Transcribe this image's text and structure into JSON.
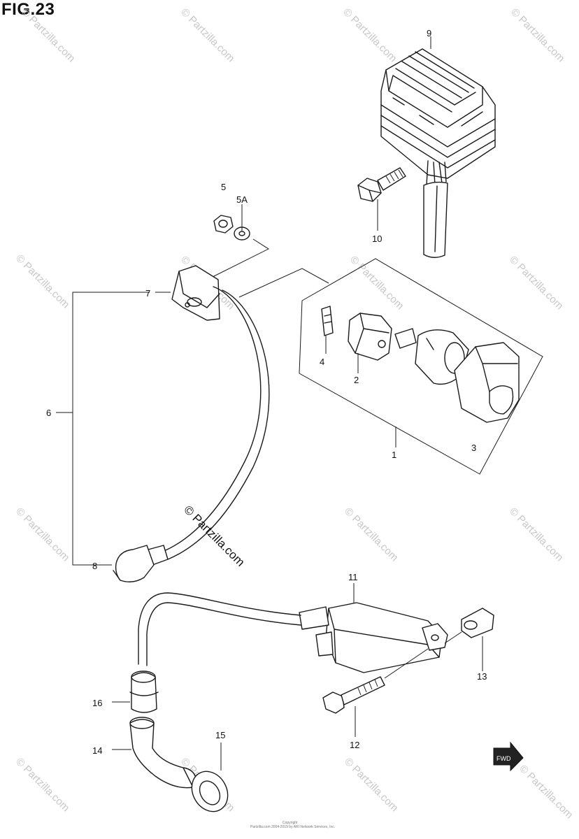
{
  "title": "FIG.23",
  "callouts": {
    "c1": "1",
    "c2": "2",
    "c3": "3",
    "c4": "4",
    "c5": "5",
    "c5a": "5A",
    "c6": "6",
    "c7": "7",
    "c8": "8",
    "c9": "9",
    "c10": "10",
    "c11": "11",
    "c12": "12",
    "c13": "13",
    "c14": "14",
    "c15": "15",
    "c16": "16"
  },
  "watermark": {
    "text": "© Partzilla.com",
    "main_text": "© Partzilla.com"
  },
  "footer": {
    "line1": "Copyright",
    "line2": "Partzilla.com 2004-2019 by ARI Network Services, Inc."
  },
  "front_arrow": {
    "label": "FWD",
    "icon": "front-direction-arrow-icon"
  }
}
